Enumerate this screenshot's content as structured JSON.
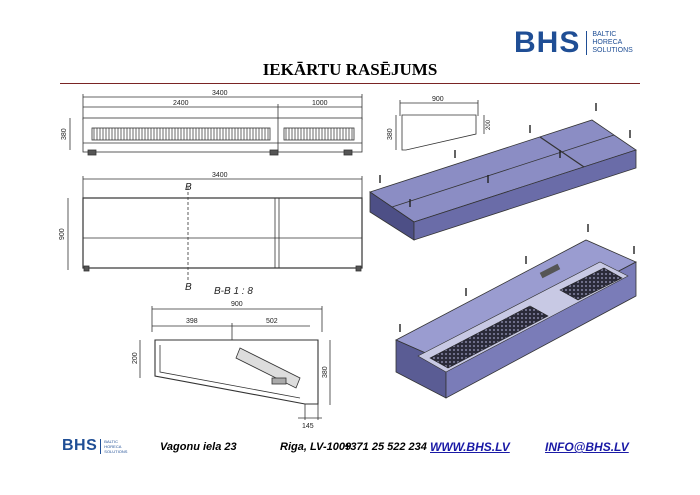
{
  "logo": {
    "main": "BHS",
    "line1": "BALTIC",
    "line2": "HORECA",
    "line3": "SOLUTIONS"
  },
  "title": "IEKĀRTU RASĒJUMS",
  "drawings": {
    "front": {
      "total": "3400",
      "left": "2400",
      "right": "1000",
      "height": "380"
    },
    "plan": {
      "total": "3400",
      "depth": "900",
      "section_mark": "B"
    },
    "section": {
      "label": "B-B 1 : 8",
      "width": "900",
      "left": "398",
      "right": "502",
      "h1": "200",
      "h2": "380",
      "bottom": "145"
    },
    "iso_side": {
      "width": "900",
      "height": "380",
      "small": "200"
    }
  },
  "footer": {
    "address": "Vagonu iela 23",
    "city": "Riga, LV-1009",
    "phone": "+371 25 522 234",
    "web": "WWW.BHS.LV",
    "email": "INFO@BHS.LV"
  }
}
